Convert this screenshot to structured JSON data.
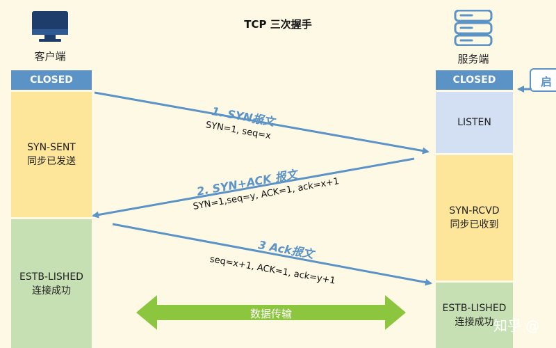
{
  "title": "TCP 三次握手",
  "client": {
    "label": "客户端",
    "states": {
      "closed": "CLOSED",
      "syn_sent": "SYN-SENT\n同步已发送",
      "established": "ESTB-LISHED\n连接成功"
    }
  },
  "server": {
    "label": "服务端",
    "states": {
      "closed": "CLOSED",
      "listen": "LISTEN",
      "syn_rcvd": "SYN-RCVD\n同步已收到",
      "established": "ESTB-LISHED\n连接成功"
    },
    "start_label": "启"
  },
  "messages": [
    {
      "title": "1. SYN报文",
      "params": "SYN=1, seq=x"
    },
    {
      "title": "2. SYN+ACK 报文",
      "params": "SYN=1,seq=y,  ACK=1, ack=x+1"
    },
    {
      "title": "3 Ack报文",
      "params": "seq=x+1, ACK=1, ack=y+1"
    }
  ],
  "data_transfer": "数据传输",
  "watermark": "知乎 @",
  "colors": {
    "arrow": "#5b93c6",
    "closed": "#5b93c6",
    "sent": "#fde59a",
    "established": "#c6e0b4",
    "listen": "#d3e0f3",
    "data_arrow": "#8cc63f"
  }
}
